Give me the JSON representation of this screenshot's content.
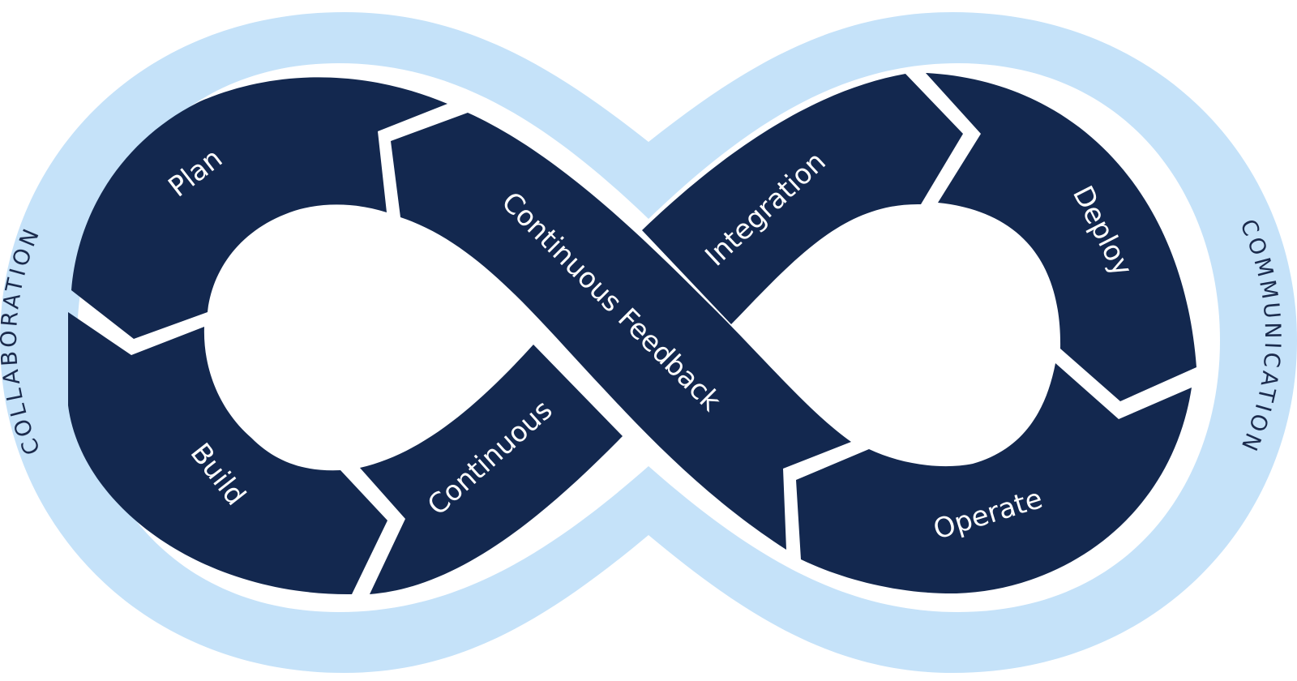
{
  "diagram": {
    "colors": {
      "outer_band": "#c5e2f9",
      "segment_fill": "#13284f",
      "separator": "#ffffff",
      "inner_hole": "#ffffff",
      "outer_text": "#1b2b4d",
      "segment_text": "#ffffff"
    },
    "outer_labels": {
      "left": "COLLABORATION",
      "right": "COMMUNICATION"
    },
    "segments": {
      "plan": "Plan",
      "build": "Build",
      "continuous": "Continuous",
      "continuous_feedback": "Continuous Feedback",
      "integration": "Integration",
      "deploy": "Deploy",
      "operate": "Operate"
    }
  }
}
